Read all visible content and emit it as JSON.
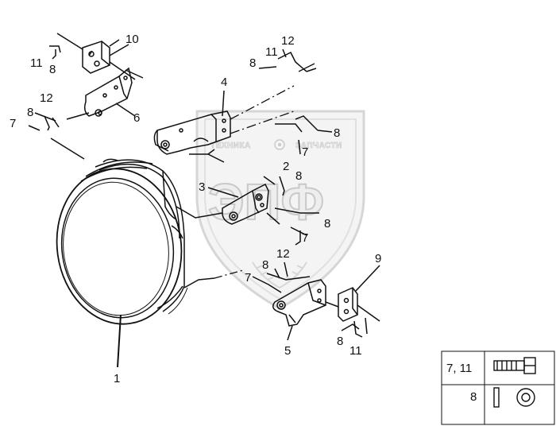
{
  "watermark": {
    "left_text": "ТЕХНИКА",
    "right_text": "ЗАПЧАСТИ",
    "logo_text": "ЭПФ"
  },
  "callouts": {
    "c1": "1",
    "c2": "2",
    "c3": "3",
    "c4": "4",
    "c5": "5",
    "c6": "6",
    "c7a": "7",
    "c7b": "7",
    "c7c": "7",
    "c7d": "7",
    "c8a": "8",
    "c8b": "8",
    "c8c": "8",
    "c8d": "8",
    "c8e": "8",
    "c8f": "8",
    "c8g": "8",
    "c8h": "8",
    "c9": "9",
    "c10": "10",
    "c11a": "11",
    "c11b": "11",
    "c11c": "11",
    "c12a": "12",
    "c12b": "12",
    "c12c": "12"
  },
  "legend": {
    "row1_label": "7, 11",
    "row1_icon": "bolt-icon",
    "row2_label": "8",
    "row2_icon": "washer-icon"
  }
}
